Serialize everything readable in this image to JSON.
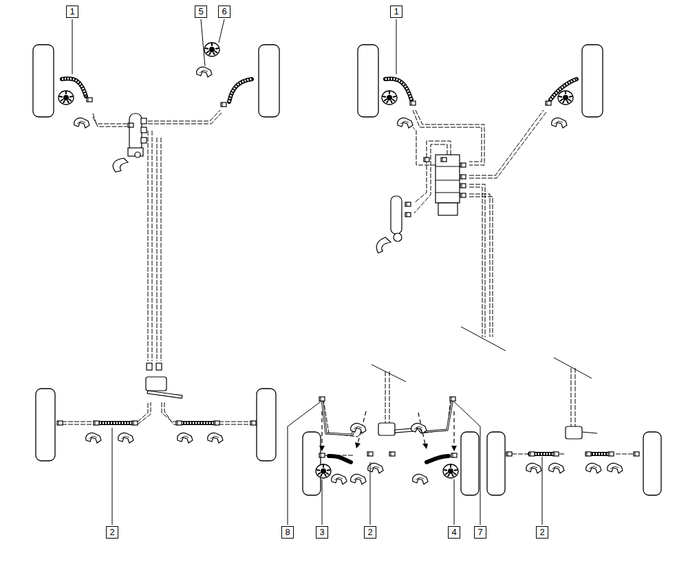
{
  "diagram": {
    "labels": [
      "1",
      "5",
      "6",
      "1",
      "2",
      "8",
      "3",
      "2",
      "4",
      "7",
      "2"
    ]
  }
}
